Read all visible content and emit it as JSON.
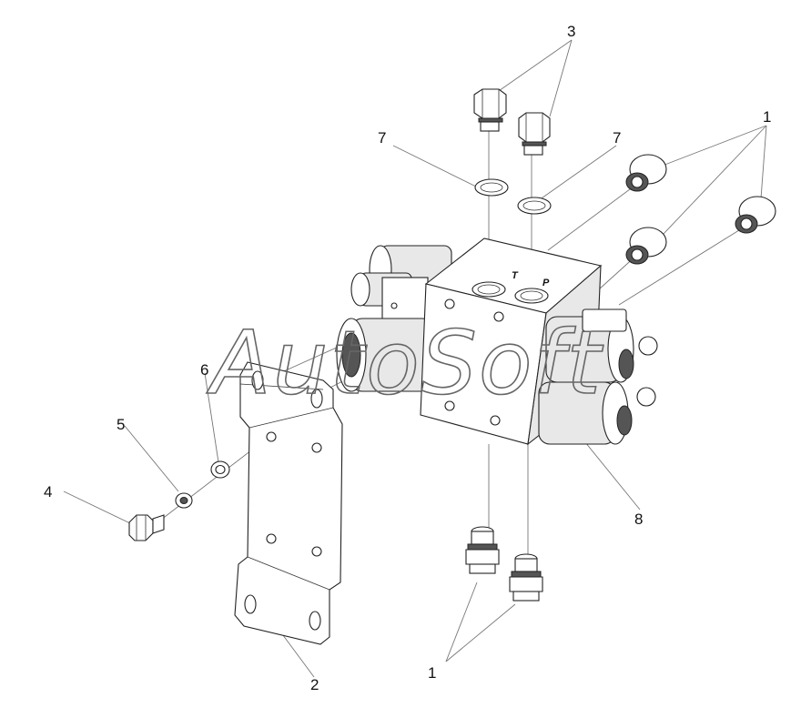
{
  "diagram": {
    "watermark": "AutoSoft",
    "port_labels": {
      "t": "T",
      "p": "P"
    },
    "callouts": {
      "c1a": "1",
      "c1b": "1",
      "c2": "2",
      "c3": "3",
      "c4": "4",
      "c5": "5",
      "c6": "6",
      "c7a": "7",
      "c7b": "7",
      "c8": "8"
    }
  }
}
